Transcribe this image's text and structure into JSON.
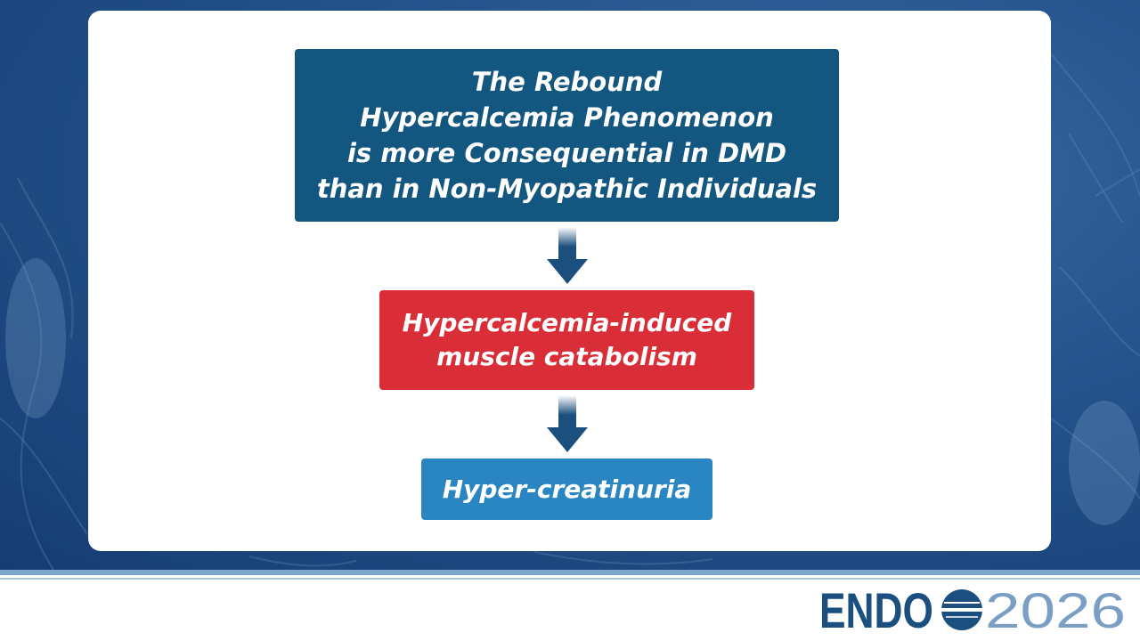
{
  "diagram": {
    "box_top": {
      "lines": [
        "The Rebound",
        "Hypercalcemia Phenomenon",
        "is more Consequential in DMD",
        "than in Non-Myopathic Individuals"
      ],
      "color": "#13567f"
    },
    "box_mid": {
      "lines": [
        "Hypercalcemia-induced",
        "muscle catabolism"
      ],
      "color": "#d92e38"
    },
    "box_bot": {
      "lines": [
        "Hyper-creatinuria"
      ],
      "color": "#2a86c2"
    },
    "arrow_color": "#1b4f7e"
  },
  "logo": {
    "brand": "ENDO",
    "year": "2026",
    "brand_color": "#1a4f80",
    "year_color": "#7a9ec4"
  }
}
